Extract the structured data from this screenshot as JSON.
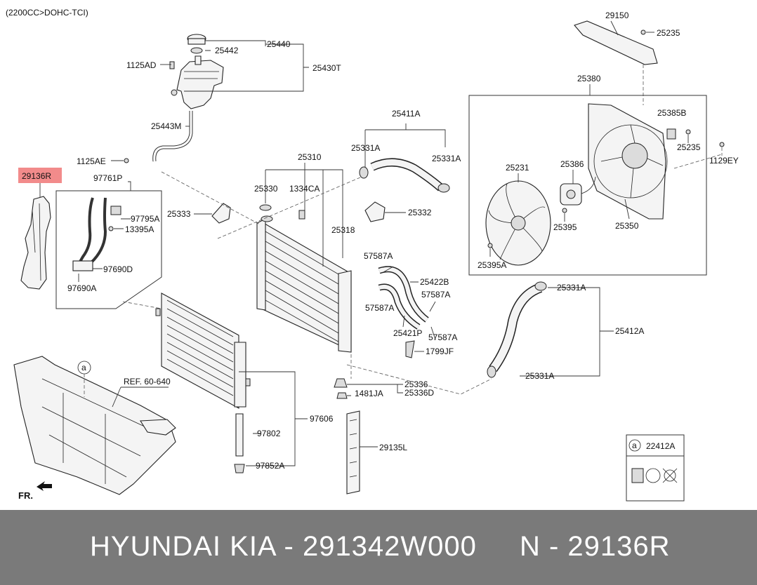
{
  "header": {
    "engine_label": "(2200CC>DOHC-TCI)"
  },
  "highlight": {
    "part_label": "29136R",
    "color": "#f28b8b"
  },
  "labels": {
    "p25440": "25440",
    "p25442": "25442",
    "p25430T": "25430T",
    "p1125AD": "1125AD",
    "p25443M": "25443M",
    "p1125AE": "1125AE",
    "p97761P": "97761P",
    "p97795A": "97795A",
    "p13395A": "13395A",
    "p97690D": "97690D",
    "p97690A": "97690A",
    "p25310": "25310",
    "p25330": "25330",
    "p1334CA": "1334CA",
    "p25333": "25333",
    "p25318": "25318",
    "p25332": "25332",
    "p25411A": "25411A",
    "p25331A_1": "25331A",
    "p25331A_2": "25331A",
    "p29150": "29150",
    "p25235_1": "25235",
    "p25380": "25380",
    "p25385B": "25385B",
    "p25235_2": "25235",
    "p1129EY": "1129EY",
    "p25231": "25231",
    "p25386": "25386",
    "p25395": "25395",
    "p25350": "25350",
    "p25395A": "25395A",
    "p57587A_1": "57587A",
    "p25422B": "25422B",
    "p57587A_2": "57587A",
    "p57587A_3": "57587A",
    "p25421P": "25421P",
    "p57587A_4": "57587A",
    "p1799JF": "1799JF",
    "p25331A_3": "25331A",
    "p25412A": "25412A",
    "p25331A_4": "25331A",
    "p25336": "25336",
    "p25336D": "25336D",
    "p1481JA": "1481JA",
    "p97606": "97606",
    "p97802": "97802",
    "p97852A": "97852A",
    "p29135L": "29135L",
    "ref": "REF. 60-640",
    "fr": "FR.",
    "callout_a": "a",
    "legend_a": "a",
    "p22412A": "22412A"
  },
  "footer": {
    "brand": "HYUNDAI  KIA - 291342W000",
    "part_no": "N - 29136R"
  },
  "colors": {
    "footer_bg": "#7a7a7a",
    "highlight": "#f28b8b"
  }
}
